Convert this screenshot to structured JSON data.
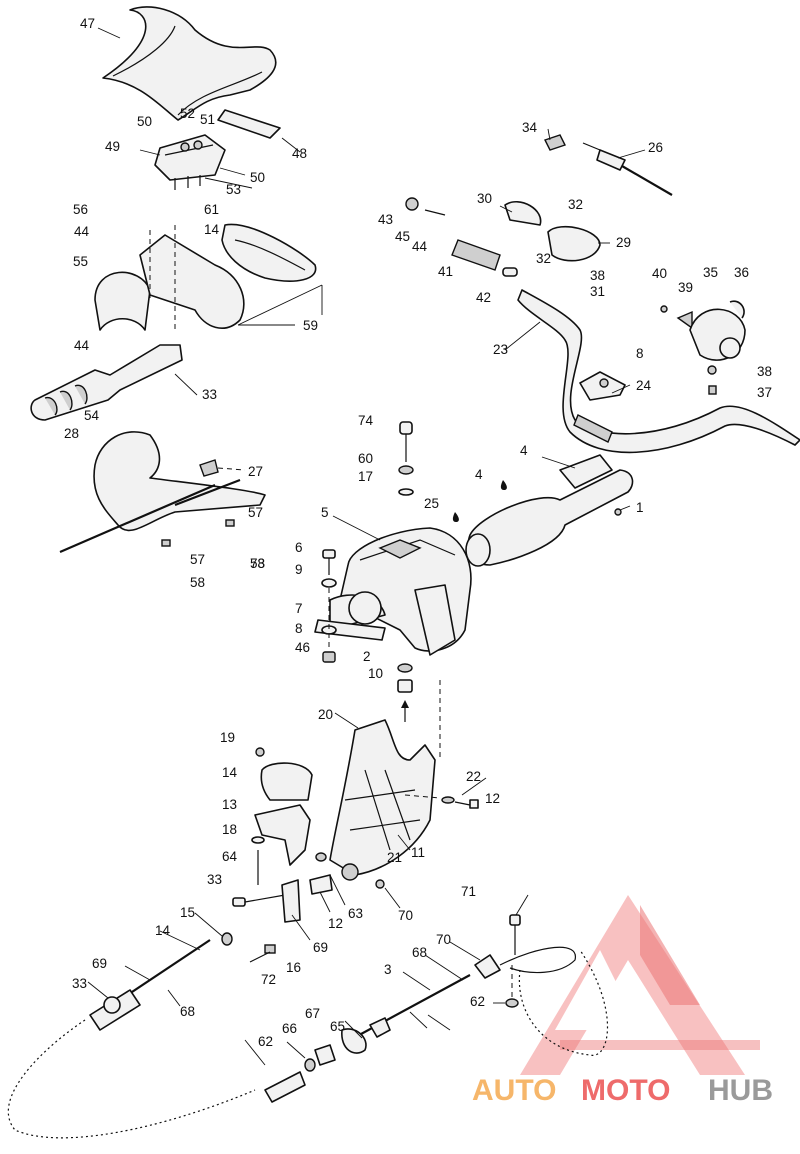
{
  "callouts": [
    {
      "t": "47"
    },
    {
      "t": "52"
    },
    {
      "t": "51"
    },
    {
      "t": "50"
    },
    {
      "t": "48"
    },
    {
      "t": "49"
    },
    {
      "t": "50"
    },
    {
      "t": "53"
    },
    {
      "t": "34"
    },
    {
      "t": "26"
    },
    {
      "t": "56"
    },
    {
      "t": "61"
    },
    {
      "t": "44"
    },
    {
      "t": "14"
    },
    {
      "t": "55"
    },
    {
      "t": "59"
    },
    {
      "t": "44"
    },
    {
      "t": "33"
    },
    {
      "t": "43"
    },
    {
      "t": "30"
    },
    {
      "t": "32"
    },
    {
      "t": "45"
    },
    {
      "t": "44"
    },
    {
      "t": "29"
    },
    {
      "t": "32"
    },
    {
      "t": "41"
    },
    {
      "t": "38"
    },
    {
      "t": "31"
    },
    {
      "t": "42"
    },
    {
      "t": "40"
    },
    {
      "t": "39"
    },
    {
      "t": "35"
    },
    {
      "t": "36"
    },
    {
      "t": "23"
    },
    {
      "t": "8"
    },
    {
      "t": "24"
    },
    {
      "t": "38"
    },
    {
      "t": "37"
    },
    {
      "t": "54"
    },
    {
      "t": "28"
    },
    {
      "t": "27"
    },
    {
      "t": "57"
    },
    {
      "t": "57"
    },
    {
      "t": "58"
    },
    {
      "t": "58"
    },
    {
      "t": "73"
    },
    {
      "t": "74"
    },
    {
      "t": "60"
    },
    {
      "t": "17"
    },
    {
      "t": "4"
    },
    {
      "t": "4"
    },
    {
      "t": "25"
    },
    {
      "t": "1"
    },
    {
      "t": "5"
    },
    {
      "t": "6"
    },
    {
      "t": "9"
    },
    {
      "t": "7"
    },
    {
      "t": "8"
    },
    {
      "t": "46"
    },
    {
      "t": "2"
    },
    {
      "t": "10"
    },
    {
      "t": "20"
    },
    {
      "t": "19"
    },
    {
      "t": "14"
    },
    {
      "t": "13"
    },
    {
      "t": "18"
    },
    {
      "t": "22"
    },
    {
      "t": "12"
    },
    {
      "t": "11"
    },
    {
      "t": "21"
    },
    {
      "t": "64"
    },
    {
      "t": "33"
    },
    {
      "t": "63"
    },
    {
      "t": "12"
    },
    {
      "t": "70"
    },
    {
      "t": "15"
    },
    {
      "t": "69"
    },
    {
      "t": "14"
    },
    {
      "t": "16"
    },
    {
      "t": "72"
    },
    {
      "t": "71"
    },
    {
      "t": "70"
    },
    {
      "t": "68"
    },
    {
      "t": "69"
    },
    {
      "t": "3"
    },
    {
      "t": "33"
    },
    {
      "t": "62"
    },
    {
      "t": "68"
    },
    {
      "t": "65"
    },
    {
      "t": "67"
    },
    {
      "t": "66"
    },
    {
      "t": "62"
    }
  ],
  "watermark": {
    "part1": "AUTO",
    "part2": "MOTO",
    "part3": "HUB",
    "color_light": "#f6b66a",
    "color_red": "#ee6b6b",
    "color_gray": "#9a9a9a"
  }
}
